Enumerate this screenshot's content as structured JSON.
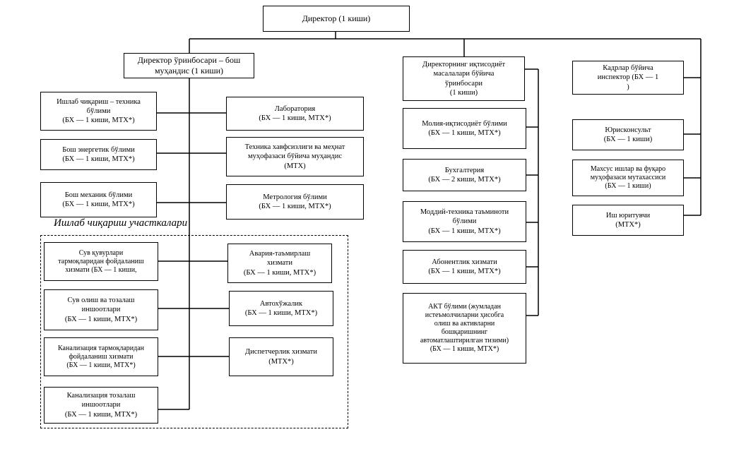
{
  "director": "Директор (1 киши)",
  "left_column": {
    "deputy": "Директор ўринбосари – бош\nмуҳандис (1 киши)",
    "units": [
      "Ишлаб чиқариш – техника\nбўлими\n(БХ — 1 киши, МТХ*)",
      "Бош энергетик бўлими\n(БХ — 1 киши, МТХ*)",
      "Бош механик бўлими\n(БХ — 1 киши, МТХ*)",
      "Лаборатория\n(БХ — 1 киши, МТХ*)",
      "Техника хавфсизлиги ва меҳнат\nмуҳофазаси бўйича муҳандис\n(МТХ)",
      "Метрология бўлими\n(БХ — 1 киши, МТХ*)"
    ]
  },
  "production_sites": {
    "title": "Ишлаб чиқариш участкалари",
    "units": [
      "Сув қувурлари\nтармоқларидан фойдаланиш\nхизмати (БХ — 1 киши,",
      "Сув олиш ва тозалаш\nиншоотлари\n(БХ — 1 киши, МТХ*)",
      "Канализация тармоқларидан\nфойдаланиш хизмати\n(БХ — 1 киши, МТХ*)",
      "Канализация тозалаш\nиншоотлари\n(БХ — 1 киши, МТХ*)",
      "Авария-таъмирлаш\nхизмати\n(БХ — 1 киши, МТХ*)",
      "Автохўжалик\n(БХ — 1 киши, МТХ*)",
      "Диспетчерлик хизмати\n(МТХ*)"
    ]
  },
  "economic_column": {
    "deputy": "Директорнинг иқтисодиёт\nмасалалари бўйича\nўринбосари\n(1 киши)",
    "units": [
      "Молия-иқтисодиёт бўлими\n(БХ — 1 киши, МТХ*)",
      "Бухгалтерия\n(БХ — 2 киши, МТХ*)",
      "Моддий-техника таъминоти\nбўлими\n(БХ — 1 киши, МТХ*)",
      "Абонентлик хизмати\n(БХ — 1 киши, МТХ*)",
      "АКТ бўлими (жумладан\nистеъмолчиларни ҳисобга\nолиш ва активларни\nбошқаришнинг\nавтоматлаштирилган тизими)\n(БХ — 1 киши, МТХ*)"
    ]
  },
  "right_column": {
    "units": [
      "Кадрлар бўйича\nинспектор (БХ — 1\n)",
      "Юрисконсульт\n(БХ — 1 киши)",
      "Махсус ишлар ва фуқаро\nмуҳофазаси мутахассиси\n(БХ — 1 киши)",
      "Иш юритувчи\n(МТХ*)"
    ]
  }
}
